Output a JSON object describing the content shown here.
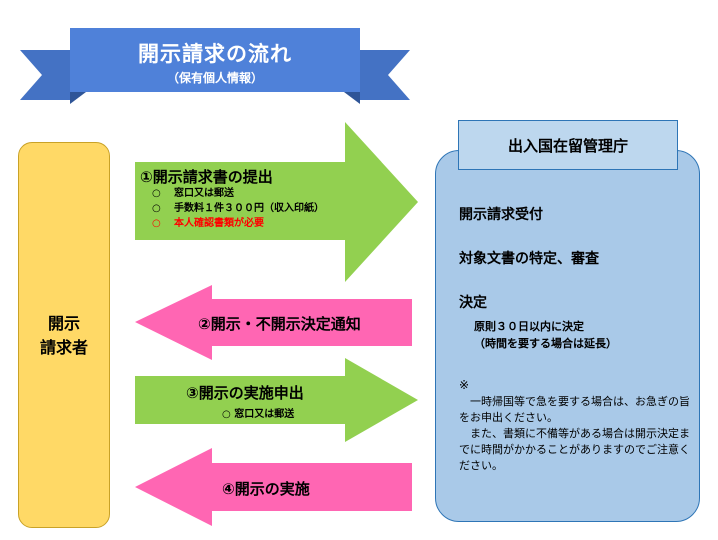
{
  "title": {
    "main": "開示請求の流れ",
    "sub": "（保有個人情報）"
  },
  "requester": {
    "label": "開示\n請求者"
  },
  "agency": {
    "name": "出入国在留管理庁",
    "steps": [
      "開示請求受付",
      "対象文書の特定、審査",
      "決定"
    ],
    "decision_detail": "原則３０日以内に決定\n（時間を要する場合は延長）",
    "note_mark": "※",
    "note_lines": [
      "一時帰国等で急を要する場合は、お急ぎの旨をお申出ください。",
      "また、書類に不備等がある場合は開示決定までに時間がかかることがありますのでご注意ください。"
    ]
  },
  "arrows": {
    "a1": {
      "title": "①開示請求書の提出",
      "bullets": [
        {
          "mark": "○",
          "text": "窓口又は郵送"
        },
        {
          "mark": "○",
          "text": "手数料１件３００円（収入印紙）"
        },
        {
          "mark": "○",
          "text": "本人確認書類が必要"
        }
      ]
    },
    "a2": {
      "title": "②開示・不開示決定通知"
    },
    "a3": {
      "title": "③開示の実施申出",
      "sub": "○ 窓口又は郵送"
    },
    "a4": {
      "title": "④開示の実施"
    }
  },
  "colors": {
    "banner": "#4f81d9",
    "banner_wing": "#4472c4",
    "requester": "#ffd966",
    "agency_header": "#bdd7ee",
    "agency_body": "#a9c9e8",
    "arrow_green": "#92d050",
    "arrow_pink": "#ff66b3",
    "warning_text": "#ff0000"
  }
}
